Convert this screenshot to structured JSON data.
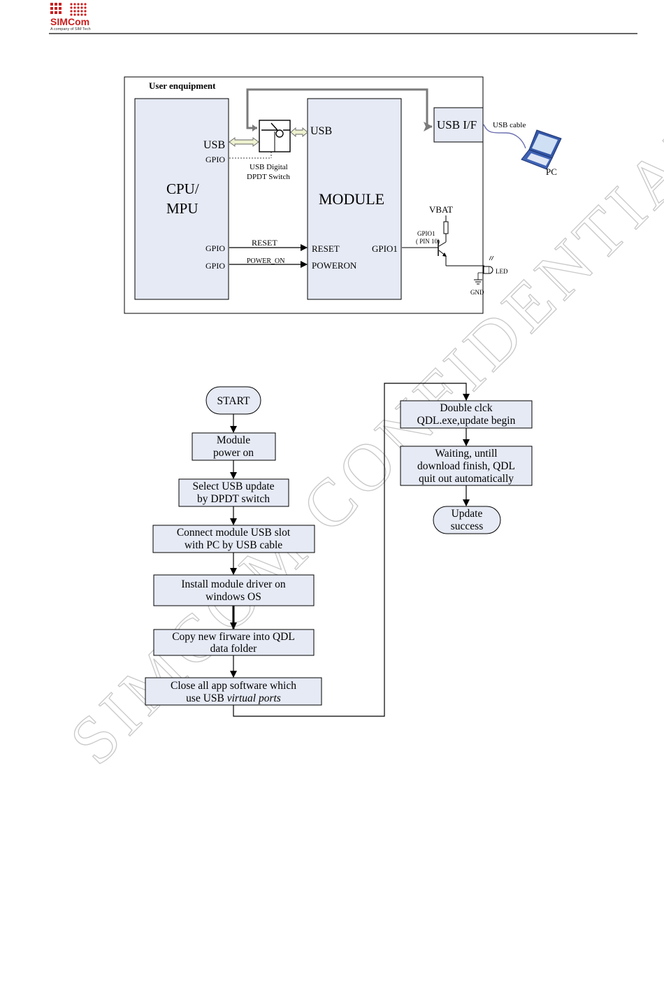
{
  "header": {
    "logo_word_1": "SIM",
    "logo_word_2": "Com",
    "logo_tagline": "A company of SIM Tech"
  },
  "watermark": "SIMCOM CONFIDENTIAL FILE",
  "colors": {
    "block_fill": "#e6eaf5",
    "logo_red": "#cc1f1f",
    "pc_blue": "#3558a8",
    "usb_cable": "#6b6fb0"
  },
  "hw_diagram": {
    "enclosure_label": "User enquipment",
    "cpu_label_line1": "CPU/",
    "cpu_label_line2": "MPU",
    "cpu_usb": "USB",
    "cpu_gpio_switch": "GPIO",
    "cpu_gpio_reset": "GPIO",
    "cpu_gpio_poweron": "GPIO",
    "switch_caption_line1": "USB Digital",
    "switch_caption_line2": "DPDT Switch",
    "module_label": "MODULE",
    "module_usb": "USB",
    "module_reset": "RESET",
    "module_poweron": "POWERON",
    "module_gpio1": "GPIO1",
    "reset_wire": "RESET",
    "poweron_wire": "POWER_ON",
    "usb_if": "USB I/F",
    "usb_cable": "USB cable",
    "pc": "PC",
    "vbat": "VBAT",
    "gpio1_pin_line1": "GPIO1",
    "gpio1_pin_line2": "( PIN 10)",
    "led": "LED",
    "gnd": "GND"
  },
  "flowchart": {
    "start": "START",
    "step1": [
      "Module",
      "power on"
    ],
    "step2": [
      "Select USB update",
      "by DPDT switch"
    ],
    "step3": [
      "Connect module USB slot",
      "with PC by USB cable"
    ],
    "step4": [
      "Install module driver on",
      "windows OS"
    ],
    "step5": [
      "Copy new firware into QDL",
      "data folder"
    ],
    "step6": [
      "Close all app software which",
      "use USB ",
      "virtual ports"
    ],
    "step7": [
      "Double clck",
      "QDL.exe,update begin"
    ],
    "step8": [
      "Waiting, untill",
      "download finish, QDL",
      "quit out automatically"
    ],
    "end": [
      "Update",
      "success"
    ]
  }
}
